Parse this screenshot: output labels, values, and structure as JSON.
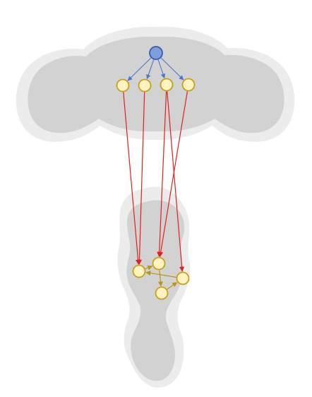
{
  "diagram": {
    "colors": {
      "background": "#ffffff",
      "tissue_outer": "#ececec",
      "tissue_inner": "#d2d2d2",
      "source_node_fill": "#7c9fdc",
      "source_node_stroke": "#3a5da8",
      "node_fill": "#fff3c2",
      "node_stroke": "#c8a018",
      "edge_source": "#4a78c8",
      "edge_descending": "#e02020",
      "edge_local": "#b8961e"
    },
    "nodes": [
      {
        "id": "source",
        "kind": "source"
      },
      {
        "id": "u1",
        "kind": "neuron"
      },
      {
        "id": "u2",
        "kind": "neuron"
      },
      {
        "id": "u3",
        "kind": "neuron"
      },
      {
        "id": "u4",
        "kind": "neuron"
      },
      {
        "id": "l1",
        "kind": "neuron"
      },
      {
        "id": "l2",
        "kind": "neuron"
      },
      {
        "id": "l3",
        "kind": "neuron"
      },
      {
        "id": "l4",
        "kind": "neuron"
      }
    ],
    "edges": [
      {
        "from": "source",
        "to": "u1",
        "kind": "source"
      },
      {
        "from": "source",
        "to": "u2",
        "kind": "source"
      },
      {
        "from": "source",
        "to": "u3",
        "kind": "source"
      },
      {
        "from": "source",
        "to": "u4",
        "kind": "source"
      },
      {
        "from": "u1",
        "to": "l1",
        "kind": "descending"
      },
      {
        "from": "u2",
        "to": "l1",
        "kind": "descending"
      },
      {
        "from": "u3",
        "to": "l2",
        "kind": "descending"
      },
      {
        "from": "u3",
        "to": "l4",
        "kind": "descending"
      },
      {
        "from": "u4",
        "to": "l2",
        "kind": "descending"
      },
      {
        "from": "l1",
        "to": "l2",
        "kind": "local"
      },
      {
        "from": "l2",
        "to": "l3",
        "kind": "local"
      },
      {
        "from": "l3",
        "to": "l4",
        "kind": "local"
      },
      {
        "from": "l4",
        "to": "l1",
        "kind": "local"
      }
    ]
  }
}
